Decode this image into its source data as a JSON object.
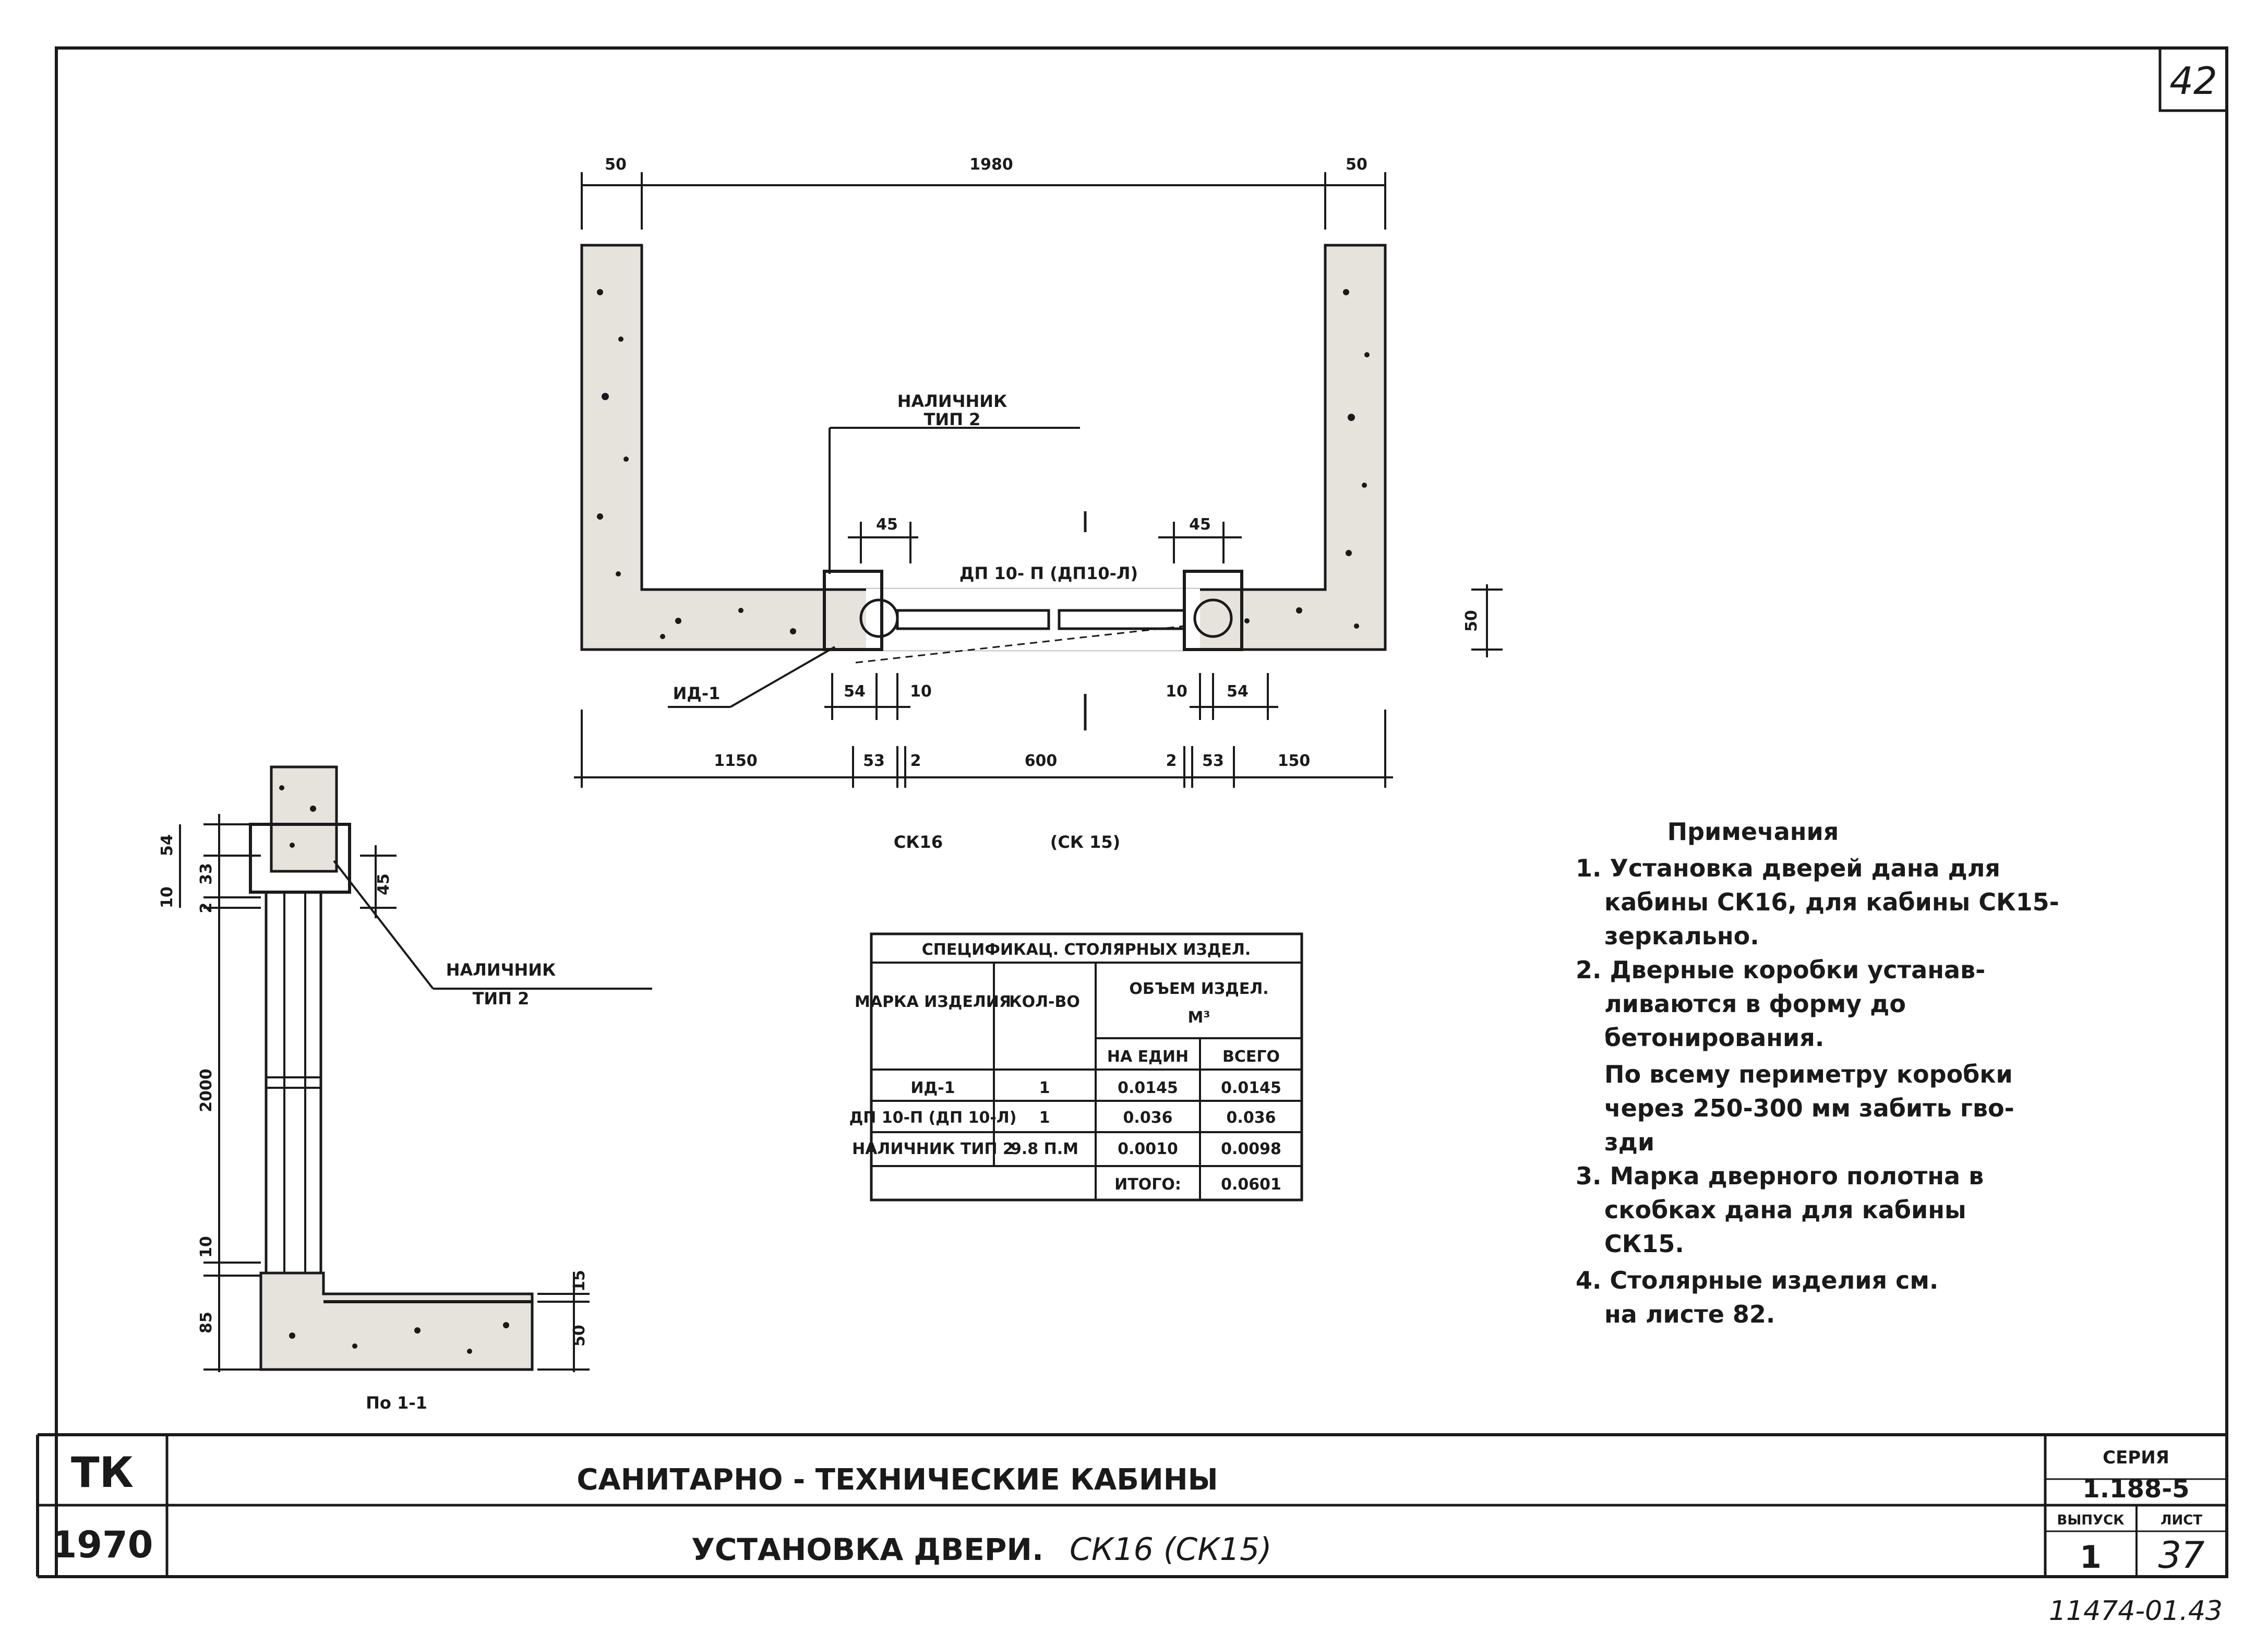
{
  "page_number": "42",
  "plan": {
    "top_dims": [
      "50",
      "1980",
      "50"
    ],
    "label_trim": [
      "НАЛИЧНИК",
      "ТИП 2"
    ],
    "dim_45_left": "45",
    "dim_45_right": "45",
    "door_label": "ДП 10- П (ДП10-Л)",
    "frame_label": "ИД-1",
    "inner_dims": [
      "54",
      "10",
      "10",
      "54"
    ],
    "bottom_dims": [
      "1150",
      "53",
      "2",
      "600",
      "2",
      "53",
      "150"
    ],
    "right_dim": "50",
    "caption_left": "СК16",
    "caption_right": "(СК 15)"
  },
  "section": {
    "left_dims": [
      "54",
      "33",
      "10",
      "2",
      "2000",
      "10",
      "85"
    ],
    "dim_45": "45",
    "label_trim": [
      "НАЛИЧНИК",
      "ТИП 2"
    ],
    "right_dims": [
      "15",
      "50"
    ],
    "caption": "По 1-1"
  },
  "spec_table": {
    "title": "СПЕЦИФИКАЦ. СТОЛЯРНЫХ ИЗДЕЛ.",
    "col_mark": "МАРКА ИЗДЕЛИЯ",
    "col_qty": "КОЛ-ВО",
    "col_volume": "ОБЪЕМ ИЗДЕЛ.",
    "col_volume_unit": "М³",
    "col_unit": "НА ЕДИН",
    "col_total": "ВСЕГО",
    "rows": [
      {
        "mark": "ИД-1",
        "qty": "1",
        "unit": "0.0145",
        "total": "0.0145"
      },
      {
        "mark": "ДП 10-П (ДП 10-Л)",
        "qty": "1",
        "unit": "0.036",
        "total": "0.036"
      },
      {
        "mark": "НАЛИЧНИК ТИП 2",
        "qty": "9.8 П.М",
        "unit": "0.0010",
        "total": "0.0098"
      }
    ],
    "total_label": "ИТОГО:",
    "total_value": "0.0601"
  },
  "notes": {
    "title": "Примечания",
    "lines": [
      "1. Установка дверей дана для",
      "кабины СК16, для кабины СК15-",
      "зеркально.",
      "2. Дверные коробки устанав-",
      "ливаются в форму до",
      "бетонирования.",
      "По всему периметру коробки",
      "через 250-300 мм забить гво-",
      "зди",
      "3. Марка дверного полотна в",
      "скобках дана для кабины",
      "СК15.",
      "4. Столярные изделия см.",
      "на листе 82."
    ]
  },
  "title_block": {
    "code": "ТК",
    "year": "1970",
    "title_top": "САНИТАРНО - ТЕХНИЧЕСКИЕ КАБИНЫ",
    "title_bottom": "УСТАНОВКА ДВЕРИ.",
    "title_bottom_hand": "СК16 (СК15)",
    "series_label": "СЕРИЯ",
    "series_value": "1.188-5",
    "issue_label": "ВЫПУСК",
    "issue_value": "1",
    "sheet_label": "ЛИСТ",
    "sheet_value": "37"
  },
  "archive_number": "11474-01.43"
}
